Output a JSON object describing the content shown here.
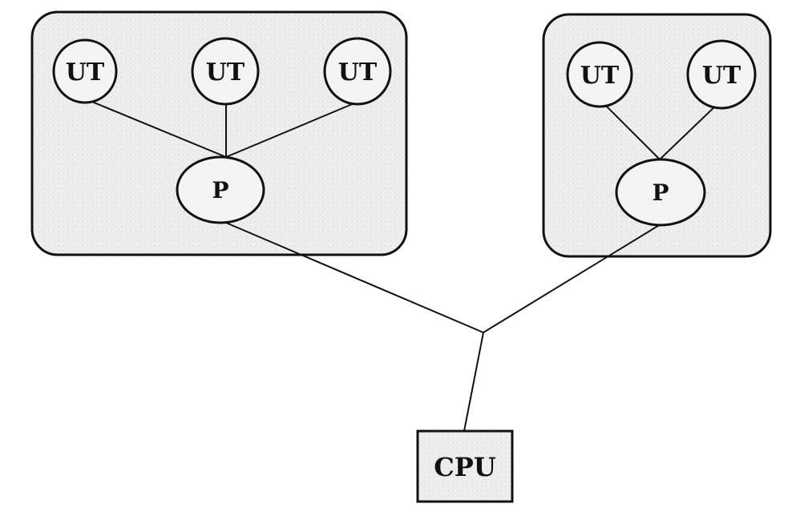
{
  "diagram": {
    "groups": [
      {
        "threads": [
          {
            "label": "UT"
          },
          {
            "label": "UT"
          },
          {
            "label": "UT"
          }
        ],
        "process": {
          "label": "P"
        }
      },
      {
        "threads": [
          {
            "label": "UT"
          },
          {
            "label": "UT"
          }
        ],
        "process": {
          "label": "P"
        }
      }
    ],
    "cpu": {
      "label": "CPU"
    }
  }
}
